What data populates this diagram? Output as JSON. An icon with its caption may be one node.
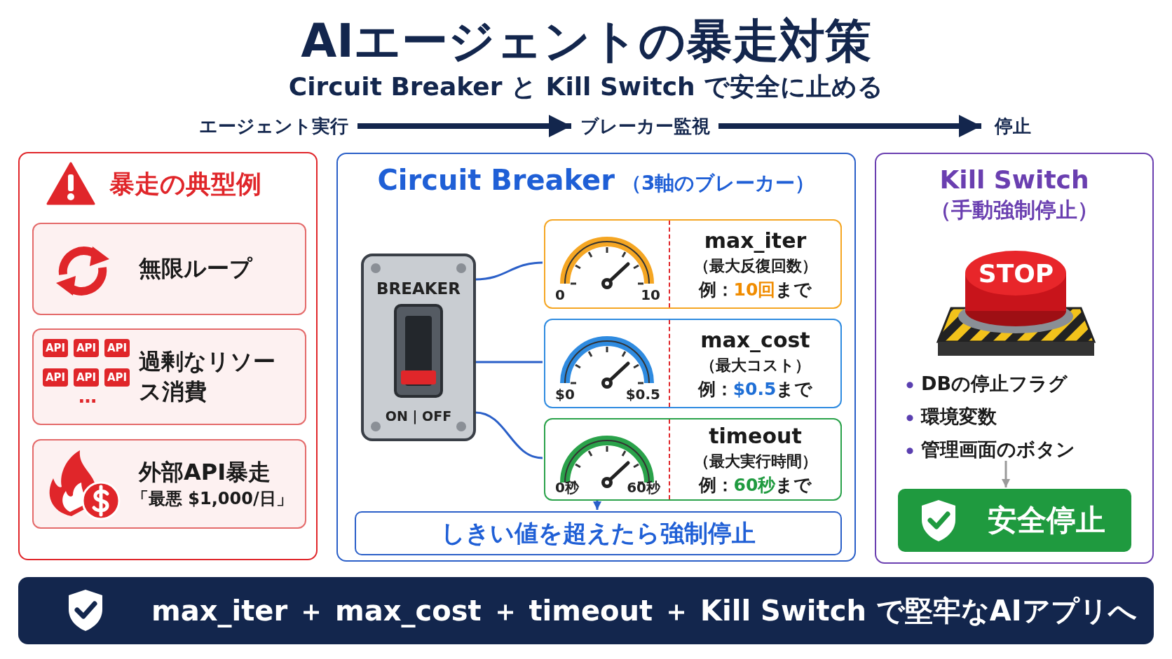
{
  "diagram": {
    "title": "AIエージェントの暴走対策",
    "nodes": [
      {
        "text": [
          "エージェント実行"
        ]
      },
      {
        "text": [
          "ブレーカー監視"
        ]
      },
      {
        "text": [
          "停止"
        ]
      },
      {
        "text": [
          "暴走の典型例"
        ]
      },
      {
        "text": [
          "無限ループ"
        ],
        "in": 3
      },
      {
        "text": [
          "過剰なリソース消費"
        ],
        "in": 3
      },
      {
        "text": [
          "外部API暴走",
          "「最悪 $1,000/日」"
        ],
        "in": 3
      },
      {
        "text": [
          "Circuit Breaker",
          "（3軸のブレーカー）"
        ]
      },
      {
        "text": [
          "BREAKER",
          "ON | OFF"
        ],
        "in": 7
      },
      {
        "text": [
          "0",
          "10",
          "max_iter",
          "（最大反復回数）",
          "例：**10回**まで"
        ],
        "in": 7
      },
      {
        "text": [
          "$0",
          "$0.5",
          "max_cost",
          "（最大コスト）",
          "例：**$0.5**まで"
        ],
        "in": 7
      },
      {
        "text": [
          "0秒",
          "60秒",
          "timeout",
          "（最大実行時間）",
          "例：**60秒**まで"
        ],
        "in": 7
      },
      {
        "text": [
          "しきい値を超えたら強制停止"
        ],
        "in": 7
      },
      {
        "text": [
          "Kill Switch",
          "（手動強制停止）"
        ]
      },
      {
        "text": [
          "STOP"
        ],
        "in": 13
      },
      {
        "text": [
          "DBの停止フラグ",
          "環境変数",
          "管理画面のボタン"
        ],
        "in": 13
      },
      {
        "text": [
          "安全停止"
        ],
        "in": 13
      },
      {
        "text": [
          "max_iter ＋ max_cost ＋ timeout ＋ Kill Switch で堅牢なAIアプリへ"
        ]
      }
    ],
    "edges": [
      {
        "from": 0,
        "to": 1,
        "arrow": "to",
        "style": "thick",
        "color": "#13264d"
      },
      {
        "from": 1,
        "to": 2,
        "arrow": "to",
        "style": "thick",
        "color": "#13264d"
      },
      {
        "from": 8,
        "to": 9,
        "arrow": "none"
      },
      {
        "from": 8,
        "to": 10,
        "arrow": "none"
      },
      {
        "from": 8,
        "to": 11,
        "arrow": "none"
      },
      {
        "from": 11,
        "to": 12,
        "arrow": "to"
      },
      {
        "from": 15,
        "to": 16,
        "arrow": "to",
        "color": "#9a9a9a"
      }
    ],
    "labels": [
      "Circuit Breaker と Kill Switch で安全に止める",
      "API",
      "API",
      "API",
      "API",
      "API",
      "API",
      "…"
    ]
  }
}
